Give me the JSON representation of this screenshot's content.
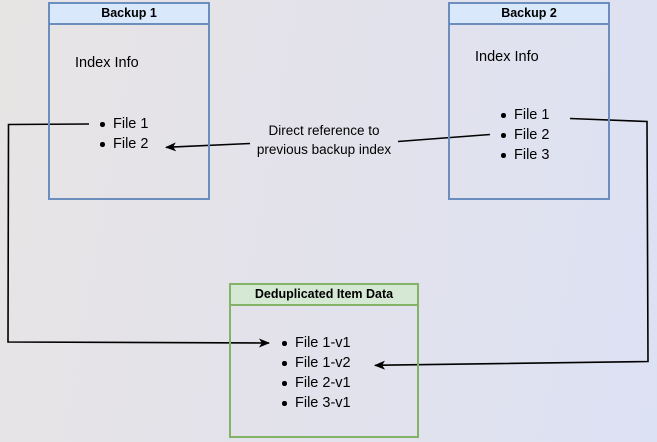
{
  "canvas": {
    "background_start": "#e7e4e4",
    "background_end": "#dde1f4"
  },
  "colors": {
    "blue_node_fill": "#dae8fc",
    "blue_node_stroke": "#6c8ebf",
    "green_node_fill": "#d5e8d4",
    "green_node_stroke": "#82b366",
    "edge_color": "#000000",
    "text_color": "#000000"
  },
  "nodes": {
    "backup1": {
      "title": "Backup 1",
      "body_heading": "Index Info",
      "items": [
        "File 1",
        "File 2"
      ]
    },
    "backup2": {
      "title": "Backup 2",
      "body_heading": "Index Info",
      "items": [
        "File 1",
        "File 2",
        "File 3"
      ]
    },
    "dedup": {
      "title": "Deduplicated Item Data",
      "items": [
        "File 1-v1",
        "File 1-v2",
        "File 2-v1",
        "File 3-v1"
      ]
    }
  },
  "annotation": {
    "line1": "Direct reference to",
    "line2": "previous backup index"
  },
  "edges": [
    {
      "from": "Backup 1 / File 1",
      "to": "Deduplicated Item Data / File 1-v1",
      "label": ""
    },
    {
      "from": "Backup 2 / File 2",
      "to": "Backup 1 / File 2",
      "label": "Direct reference to previous backup index"
    },
    {
      "from": "Backup 2 / File 1",
      "to": "Deduplicated Item Data / File 1-v2",
      "label": ""
    }
  ]
}
